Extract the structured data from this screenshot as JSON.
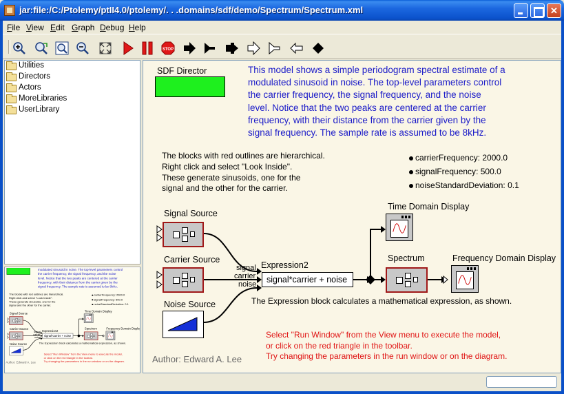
{
  "window": {
    "title": "jar:file:/C:/Ptolemy/ptII4.0/ptolemy/. . .domains/sdf/demo/Spectrum/Spectrum.xml",
    "minimize_icon": "minimize-icon",
    "maximize_icon": "maximize-icon",
    "close_icon": "close-icon",
    "close_glyph": "✕"
  },
  "menu": [
    {
      "label": "File",
      "mnemonic": "F",
      "rest": "ile"
    },
    {
      "label": "View",
      "mnemonic": "V",
      "rest": "iew"
    },
    {
      "label": "Edit",
      "mnemonic": "E",
      "rest": "dit"
    },
    {
      "label": "Graph",
      "mnemonic": "G",
      "rest": "raph"
    },
    {
      "label": "Debug",
      "mnemonic": "D",
      "rest": "ebug"
    },
    {
      "label": "Help",
      "mnemonic": "H",
      "rest": "elp"
    }
  ],
  "toolbar": {
    "icons": [
      "zoom-in-icon",
      "zoom-reset-icon",
      "zoom-fit-icon",
      "zoom-out-icon",
      "full-screen-icon",
      "run-icon",
      "pause-icon",
      "stop-icon",
      "port-input-icon",
      "port-output-icon",
      "port-multi-icon",
      "port-input-outline-icon",
      "port-output-outline-icon",
      "port-inout-outline-icon",
      "relation-icon"
    ],
    "stop_label": "STOP"
  },
  "library_tree": {
    "items": [
      "Utilities",
      "Directors",
      "Actors",
      "MoreLibraries",
      "UserLibrary"
    ]
  },
  "model": {
    "director_label": "SDF Director",
    "director_color": "#1ef01e",
    "description": [
      "This model shows a simple periodogram spectral estimate of a",
      "modulated sinusoid in noise. The top-level parameters control",
      "the carrier frequency, the signal frequency, and the noise",
      "level. Notice that the two peaks are centered at the carrier",
      "frequency, with their distance from the carrier given by the",
      "signal frequency. The sample rate is assumed to be 8kHz."
    ],
    "hierarchy_note": [
      "The blocks with red outlines are hierarchical.",
      "Right click and select \"Look Inside\".",
      "These generate sinusoids, one for the",
      "signal and the other for the carrier."
    ],
    "parameters": [
      {
        "name": "carrierFrequency",
        "value": "2000.0"
      },
      {
        "name": "signalFrequency",
        "value": "500.0"
      },
      {
        "name": "noiseStandardDeviation",
        "value": "0.1"
      }
    ],
    "actors": {
      "signal_source": "Signal Source",
      "carrier_source": "Carrier Source",
      "noise_source": "Noise Source",
      "expression_name": "Expression2",
      "expression_text": "signal*carrier + noise",
      "port_signal": "signal",
      "port_carrier": "carrier",
      "port_noise": "noise",
      "time_display": "Time Domain Display",
      "spectrum": "Spectrum",
      "freq_display": "Frequency Domain Display"
    },
    "expression_note": "The Expression block calculates a mathematical expression, as shown.",
    "run_instructions": [
      "Select \"Run Window\" from the View menu to execute the model,",
      "or click on the red triangle in the toolbar.",
      "Try changing the parameters in the run window or on the diagram."
    ],
    "author": "Author: Edward A. Lee",
    "colors": {
      "description": "#1a1ac8",
      "instructions": "#e01414",
      "hierarchical_outline": "#a01818",
      "noise_triangle": "#1430d8"
    }
  }
}
